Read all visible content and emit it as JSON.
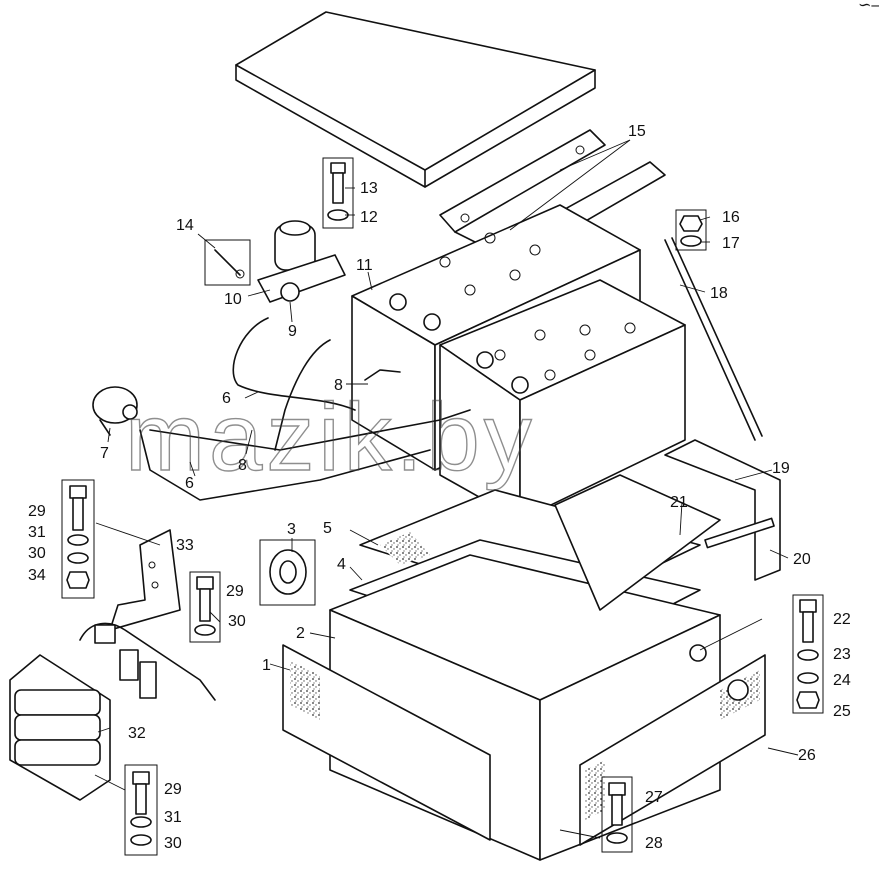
{
  "watermark": "mazik.by",
  "corner_mark": "∽–",
  "callouts": [
    {
      "id": "c1",
      "text": "1"
    },
    {
      "id": "c2",
      "text": "2"
    },
    {
      "id": "c3",
      "text": "3"
    },
    {
      "id": "c4",
      "text": "4"
    },
    {
      "id": "c5",
      "text": "5"
    },
    {
      "id": "c6a",
      "text": "6"
    },
    {
      "id": "c6b",
      "text": "6"
    },
    {
      "id": "c7",
      "text": "7"
    },
    {
      "id": "c8a",
      "text": "8"
    },
    {
      "id": "c8b",
      "text": "8"
    },
    {
      "id": "c9",
      "text": "9"
    },
    {
      "id": "c10",
      "text": "10"
    },
    {
      "id": "c11",
      "text": "11"
    },
    {
      "id": "c12",
      "text": "12"
    },
    {
      "id": "c13",
      "text": "13"
    },
    {
      "id": "c14",
      "text": "14"
    },
    {
      "id": "c15",
      "text": "15"
    },
    {
      "id": "c16",
      "text": "16"
    },
    {
      "id": "c17",
      "text": "17"
    },
    {
      "id": "c18",
      "text": "18"
    },
    {
      "id": "c19",
      "text": "19"
    },
    {
      "id": "c20",
      "text": "20"
    },
    {
      "id": "c21",
      "text": "21"
    },
    {
      "id": "c22",
      "text": "22"
    },
    {
      "id": "c23",
      "text": "23"
    },
    {
      "id": "c24",
      "text": "24"
    },
    {
      "id": "c25",
      "text": "25"
    },
    {
      "id": "c26",
      "text": "26"
    },
    {
      "id": "c27",
      "text": "27"
    },
    {
      "id": "c28",
      "text": "28"
    },
    {
      "id": "c29a",
      "text": "29"
    },
    {
      "id": "c29b",
      "text": "29"
    },
    {
      "id": "c29c",
      "text": "29"
    },
    {
      "id": "c30a",
      "text": "30"
    },
    {
      "id": "c30b",
      "text": "30"
    },
    {
      "id": "c30c",
      "text": "30"
    },
    {
      "id": "c31a",
      "text": "31"
    },
    {
      "id": "c31b",
      "text": "31"
    },
    {
      "id": "c32",
      "text": "32"
    },
    {
      "id": "c33",
      "text": "33"
    },
    {
      "id": "c34",
      "text": "34"
    }
  ]
}
